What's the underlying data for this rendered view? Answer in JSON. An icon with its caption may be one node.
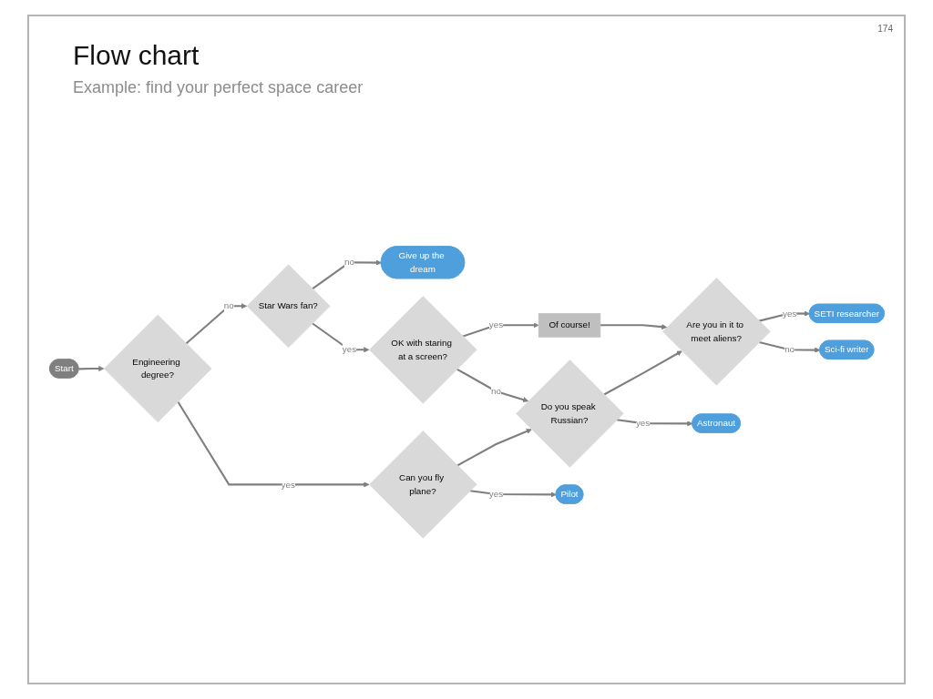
{
  "diagram": {
    "title": "Flow chart",
    "nodes": [
      {
        "text": [
          "Star Wars fan?"
        ]
      },
      {
        "text": [
          "Give up the dream"
        ]
      },
      {
        "text": [
          "Start"
        ]
      },
      {
        "text": [
          "Engineering degree?"
        ]
      },
      {
        "text": [
          "OK with staring at a screen?"
        ]
      },
      {
        "text": [
          "Of course!"
        ]
      },
      {
        "text": [
          "Can you fly plane?"
        ]
      },
      {
        "text": [
          "Do you speak Russian?"
        ]
      },
      {
        "text": [
          "Are you in it to meet aliens?"
        ]
      },
      {
        "text": [
          "Pilot"
        ]
      },
      {
        "text": [
          "Astronaut"
        ]
      },
      {
        "text": [
          "SETI researcher"
        ]
      },
      {
        "text": [
          "Sci-fi writer"
        ]
      }
    ],
    "edges": [
      {
        "from": 2,
        "to": 3,
        "arrow": "to"
      },
      {
        "from": 3,
        "to": 0,
        "arrow": "to",
        "label": "no"
      },
      {
        "from": 0,
        "to": 1,
        "arrow": "to",
        "label": "no"
      },
      {
        "from": 0,
        "to": 4,
        "arrow": "to",
        "label": "yes"
      },
      {
        "from": 4,
        "to": 5,
        "arrow": "to",
        "label": "yes"
      },
      {
        "from": 3,
        "to": 6,
        "arrow": "to",
        "label": "yes"
      },
      {
        "from": 4,
        "to": 7,
        "arrow": "to",
        "label": "no"
      },
      {
        "from": 5,
        "to": 8,
        "arrow": "to"
      },
      {
        "from": 6,
        "to": 7,
        "arrow": "to"
      },
      {
        "from": 7,
        "to": 8,
        "arrow": "to"
      },
      {
        "from": 6,
        "to": 9,
        "arrow": "to",
        "label": "yes"
      },
      {
        "from": 7,
        "to": 10,
        "arrow": "to",
        "label": "yes"
      },
      {
        "from": 8,
        "to": 11,
        "arrow": "to",
        "label": "yes"
      },
      {
        "from": 8,
        "to": 12,
        "arrow": "to",
        "label": "no"
      }
    ],
    "labels": [
      "174",
      "Example: find your perfect space career"
    ]
  }
}
